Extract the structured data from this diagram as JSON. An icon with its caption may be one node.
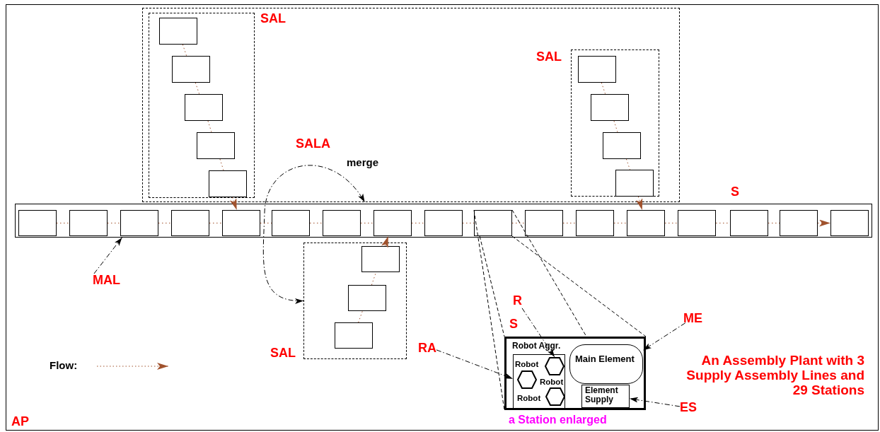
{
  "diagram": {
    "title": "An Assembly Plant with 3 Supply Assembly Lines and 29 Stations",
    "nodes": [
      {
        "text": [
          "AP"
        ]
      },
      {
        "text": [
          "SALA"
        ],
        "in": 0
      },
      {
        "text": [
          "SAL"
        ],
        "in": 1
      },
      {
        "text": [],
        "shape": "box",
        "in": 2
      },
      {
        "text": [],
        "shape": "box",
        "in": 2
      },
      {
        "text": [],
        "shape": "box",
        "in": 2
      },
      {
        "text": [],
        "shape": "box",
        "in": 2
      },
      {
        "text": [],
        "shape": "box",
        "in": 2
      },
      {
        "text": [
          "SAL"
        ],
        "in": 1
      },
      {
        "text": [],
        "shape": "box",
        "in": 8
      },
      {
        "text": [],
        "shape": "box",
        "in": 8
      },
      {
        "text": [],
        "shape": "box",
        "in": 8
      },
      {
        "text": [],
        "shape": "box",
        "in": 8
      },
      {
        "text": [],
        "shape": "box",
        "in": 0
      },
      {
        "text": [],
        "shape": "box",
        "in": 13
      },
      {
        "text": [],
        "shape": "box",
        "in": 13
      },
      {
        "text": [],
        "shape": "box",
        "in": 13
      },
      {
        "text": [],
        "shape": "box",
        "in": 13
      },
      {
        "text": [],
        "shape": "box",
        "in": 13
      },
      {
        "text": [],
        "shape": "box",
        "in": 13
      },
      {
        "text": [],
        "shape": "box",
        "in": 13
      },
      {
        "text": [],
        "shape": "box",
        "in": 13
      },
      {
        "text": [],
        "shape": "box",
        "in": 13
      },
      {
        "text": [],
        "shape": "box",
        "in": 13
      },
      {
        "text": [],
        "shape": "box",
        "in": 13
      },
      {
        "text": [],
        "shape": "box",
        "in": 13
      },
      {
        "text": [],
        "shape": "box",
        "in": 13
      },
      {
        "text": [],
        "shape": "box",
        "in": 13
      },
      {
        "text": [],
        "shape": "box",
        "in": 13
      },
      {
        "text": [],
        "shape": "box",
        "in": 13
      },
      {
        "text": [],
        "shape": "box",
        "in": 13
      },
      {
        "text": [
          "MAL"
        ],
        "in": 0
      },
      {
        "text": [
          "SAL"
        ],
        "in": 0
      },
      {
        "text": [],
        "shape": "box",
        "in": 32
      },
      {
        "text": [],
        "shape": "box",
        "in": 32
      },
      {
        "text": [],
        "shape": "box",
        "in": 32
      },
      {
        "text": [
          "S"
        ],
        "beside": [
          "a Station enlarged"
        ],
        "in": 0
      },
      {
        "text": [
          "Robot Aggr."
        ],
        "in": 36
      },
      {
        "text": [],
        "shape": "hexagon",
        "beside": [
          "Robot"
        ],
        "in": 37
      },
      {
        "text": [],
        "shape": "hexagon",
        "beside": [
          "Robot"
        ],
        "in": 37
      },
      {
        "text": [],
        "shape": "hexagon",
        "beside": [
          "Robot"
        ],
        "in": 37
      },
      {
        "text": [
          "Main Element"
        ],
        "in": 36
      },
      {
        "text": [
          "Element Supply"
        ],
        "in": 36
      },
      {
        "text": [
          "R"
        ],
        "in": 0
      },
      {
        "text": [
          "RA"
        ],
        "in": 0
      },
      {
        "text": [
          "ME"
        ],
        "in": 0
      },
      {
        "text": [
          "ES"
        ],
        "in": 0
      }
    ],
    "edges": [
      {
        "from": 32,
        "to": 1,
        "arrow": "both",
        "label": "merge",
        "style": "dashed",
        "color": "#000000"
      },
      {
        "from": 31,
        "to": 13,
        "arrow": "to",
        "style": "dashed",
        "color": "#000000"
      },
      {
        "from": 23,
        "to": 36,
        "arrow": "none",
        "style": "dashed",
        "color": "#000000"
      },
      {
        "from": 43,
        "to": 38,
        "arrow": "to",
        "style": "dashed",
        "color": "#000000"
      },
      {
        "from": 44,
        "to": 37,
        "arrow": "to",
        "style": "dashed",
        "color": "#000000"
      },
      {
        "from": 45,
        "to": 41,
        "arrow": "to",
        "style": "dashed",
        "color": "#000000"
      },
      {
        "from": 46,
        "to": 42,
        "arrow": "to",
        "style": "dashed",
        "color": "#000000"
      },
      {
        "from": 3,
        "to": 4,
        "arrow": "none",
        "style": "dashed"
      },
      {
        "from": 4,
        "to": 5,
        "arrow": "none",
        "style": "dashed"
      },
      {
        "from": 5,
        "to": 6,
        "arrow": "none",
        "style": "dashed"
      },
      {
        "from": 6,
        "to": 7,
        "arrow": "none",
        "style": "dashed"
      },
      {
        "from": 7,
        "to": 18,
        "arrow": "to",
        "style": "dashed"
      },
      {
        "from": 9,
        "to": 10,
        "arrow": "none",
        "style": "dashed"
      },
      {
        "from": 10,
        "to": 11,
        "arrow": "none",
        "style": "dashed"
      },
      {
        "from": 11,
        "to": 12,
        "arrow": "none",
        "style": "dashed"
      },
      {
        "from": 12,
        "to": 26,
        "arrow": "to",
        "style": "dashed"
      },
      {
        "from": 35,
        "to": 34,
        "arrow": "none",
        "style": "dashed"
      },
      {
        "from": 34,
        "to": 33,
        "arrow": "none",
        "style": "dashed"
      },
      {
        "from": 33,
        "to": 21,
        "arrow": "to",
        "style": "dashed"
      },
      {
        "from": 14,
        "to": 15,
        "arrow": "none",
        "style": "dashed"
      },
      {
        "from": 15,
        "to": 16,
        "arrow": "none",
        "style": "dashed"
      },
      {
        "from": 16,
        "to": 17,
        "arrow": "none",
        "style": "dashed"
      },
      {
        "from": 17,
        "to": 18,
        "arrow": "none",
        "style": "dashed"
      },
      {
        "from": 18,
        "to": 19,
        "arrow": "none",
        "style": "dashed"
      },
      {
        "from": 19,
        "to": 20,
        "arrow": "none",
        "style": "dashed"
      },
      {
        "from": 20,
        "to": 21,
        "arrow": "none",
        "style": "dashed"
      },
      {
        "from": 21,
        "to": 22,
        "arrow": "none",
        "style": "dashed"
      },
      {
        "from": 22,
        "to": 23,
        "arrow": "none",
        "style": "dashed"
      },
      {
        "from": 23,
        "to": 24,
        "arrow": "none",
        "style": "dashed"
      },
      {
        "from": 24,
        "to": 25,
        "arrow": "none",
        "style": "dashed"
      },
      {
        "from": 25,
        "to": 26,
        "arrow": "none",
        "style": "dashed"
      },
      {
        "from": 26,
        "to": 27,
        "arrow": "none",
        "style": "dashed"
      },
      {
        "from": 27,
        "to": 28,
        "arrow": "none",
        "style": "dashed"
      },
      {
        "from": 28,
        "to": 29,
        "arrow": "none",
        "style": "dashed"
      },
      {
        "from": 29,
        "to": 30,
        "arrow": "to",
        "style": "dashed"
      }
    ],
    "labels": [
      "S"
    ],
    "legend": [
      {
        "text": "Flow:"
      }
    ]
  }
}
